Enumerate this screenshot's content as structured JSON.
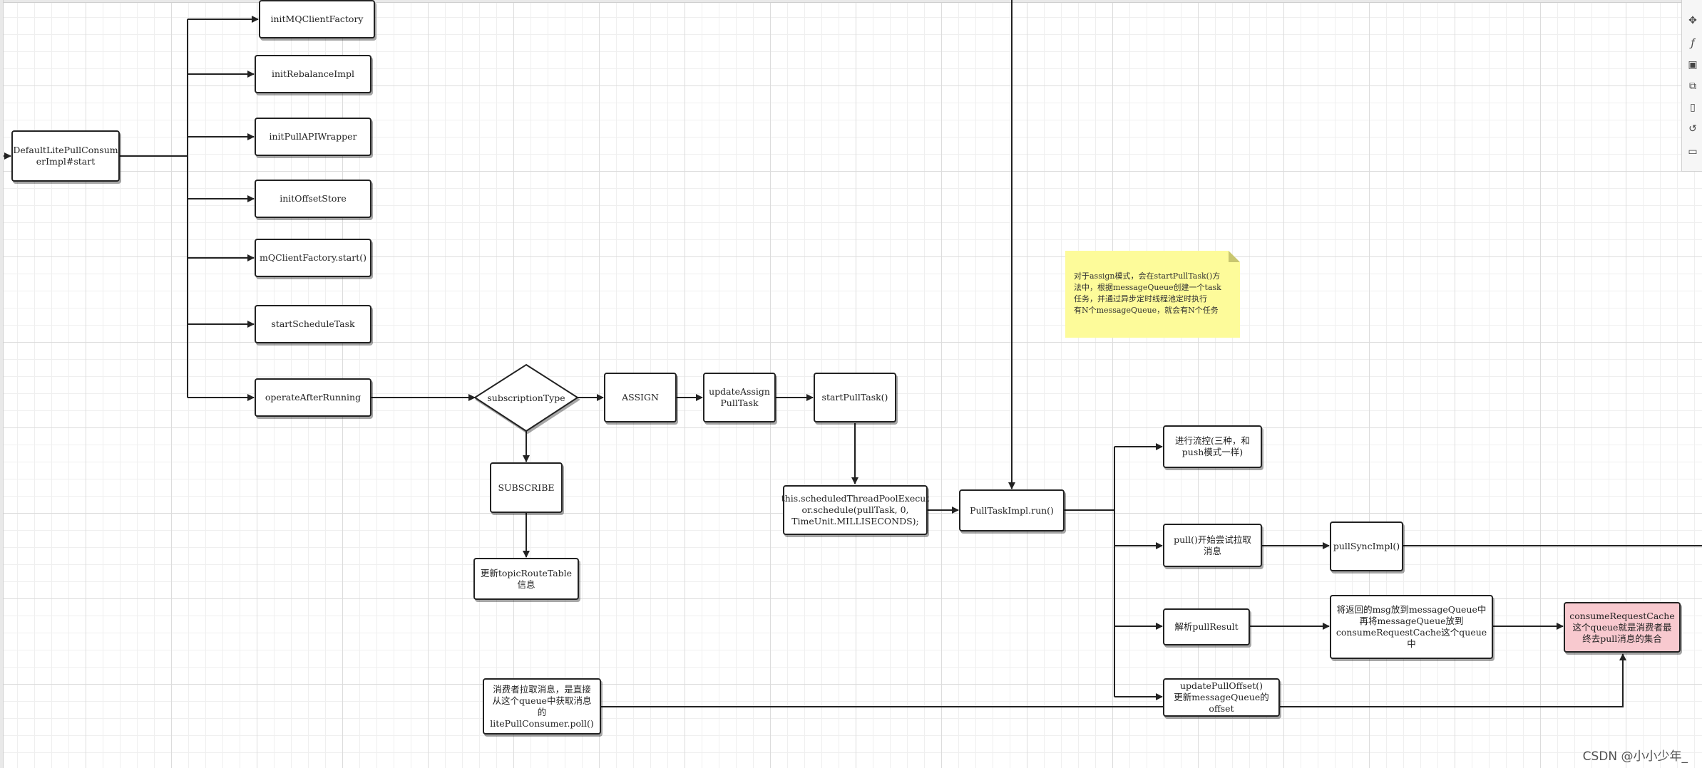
{
  "nodes": {
    "start": "DefaultLitePullConsum\nerImpl#start",
    "init_mq_client_factory": "initMQClientFactory",
    "init_rebalance_impl": "initRebalanceImpl",
    "init_pull_api_wrapper": "initPullAPIWrapper",
    "init_offset_store": "initOffsetStore",
    "mq_client_factory_start": "mQClientFactory.start()",
    "start_schedule_task": "startScheduleTask",
    "operate_after_running": "operateAfterRunning",
    "subscription_type": "subscriptionType",
    "assign": "ASSIGN",
    "update_assign_pull_task": "updateAssign\nPullTask",
    "start_pull_task": "startPullTask()",
    "subscribe": "SUBSCRIBE",
    "update_topic_route": "更新topicRouteTable\n信息",
    "scheduled_executor": "this.scheduledThreadPoolExecut\nor.schedule(pullTask, 0,\nTimeUnit.MILLISECONDS);",
    "pull_task_run": "PullTaskImpl.run()",
    "flow_control": "进行流控(三种，和\npush模式一样)",
    "pull_try": "pull()开始尝试拉取\n消息",
    "pull_sync_impl": "pullSyncImpl()",
    "parse_pull_result": "解析pullResult",
    "put_msg_queue": "将返回的msg放到messageQueue中\n再将messageQueue放到\nconsumeRequestCache这个queue中",
    "consume_request_cache": "consumeRequestCache\n这个queue就是消费者最\n终去pull消息的集合",
    "update_pull_offset": "updatePullOffset()\n更新messageQueue的\noffset",
    "consumer_poll": "消费者拉取消息，是直接\n从这个queue中获取消息\n的litePullConsumer.poll()"
  },
  "note": "对于assign模式，会在startPullTask()方\n法中，根据messageQueue创建一个task\n任务，并通过异步定时线程池定时执行\n有N个messageQueue，就会有N个任务",
  "watermark": "CSDN @小小少年_",
  "toolbar_icons": [
    "move-icon",
    "function-icon",
    "camera-icon",
    "layers-icon",
    "page-icon",
    "history-icon",
    "comment-icon"
  ],
  "colors": {
    "note_bg": "#fdfb9a",
    "highlight_bg": "#f8c9cf",
    "stroke": "#222222"
  }
}
